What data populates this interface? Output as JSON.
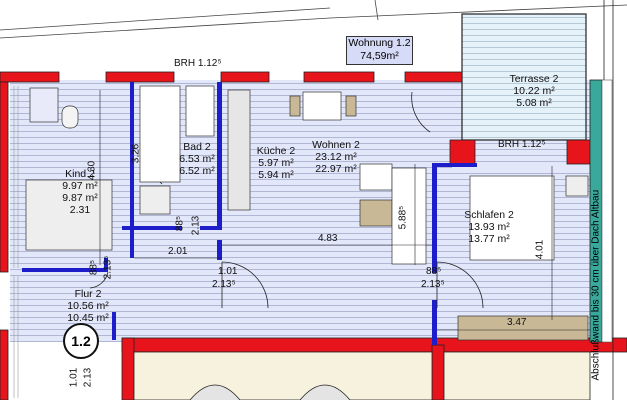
{
  "unit": {
    "name": "Wohnung 1.2",
    "area": "74,59m²"
  },
  "badge": "1.2",
  "rooms": [
    {
      "name": "Terrasse 2",
      "a1": "10.22 m²",
      "a2": "5.08 m²"
    },
    {
      "name": "Bad 2",
      "a1": "6.53 m²",
      "a2": "6.52 m²"
    },
    {
      "name": "Küche 2",
      "a1": "5.97 m²",
      "a2": "5.94 m²"
    },
    {
      "name": "Wohnen 2",
      "a1": "23.12 m²",
      "a2": "22.97 m²"
    },
    {
      "name": "Kind 2",
      "a1": "9.97 m²",
      "a2": "9.87 m²",
      "a3": "2.31"
    },
    {
      "name": "Schlafen 2",
      "a1": "13.93 m²",
      "a2": "13.77 m²"
    },
    {
      "name": "Flur 2",
      "a1": "10.56 m²",
      "a2": "10.45 m²"
    }
  ],
  "dims": {
    "brh_left": "BRH 1.12⁵",
    "brh_right": "BRH 1.12⁵",
    "d_201": "2.01",
    "d_483": "4.83",
    "d_347": "3.47",
    "d_101_flur": "1.01",
    "d_2135_flur": "2.13⁵",
    "d_885_sch": "88⁵",
    "d_2135_sch": "2.13⁵",
    "v_430": "4.30",
    "v_326": "3.26",
    "v_885_bad": "88⁵",
    "v_213_bad": "2.13",
    "v_885_kind": "88⁵",
    "v_2135_kind": "2.13⁵",
    "v_588": "5.88⁵",
    "v_401": "4.01",
    "v_101_bot": "1.01",
    "v_213_bot": "2.13"
  },
  "side_note": "Abschlußwand bis 30 cm über Dach Altbau"
}
